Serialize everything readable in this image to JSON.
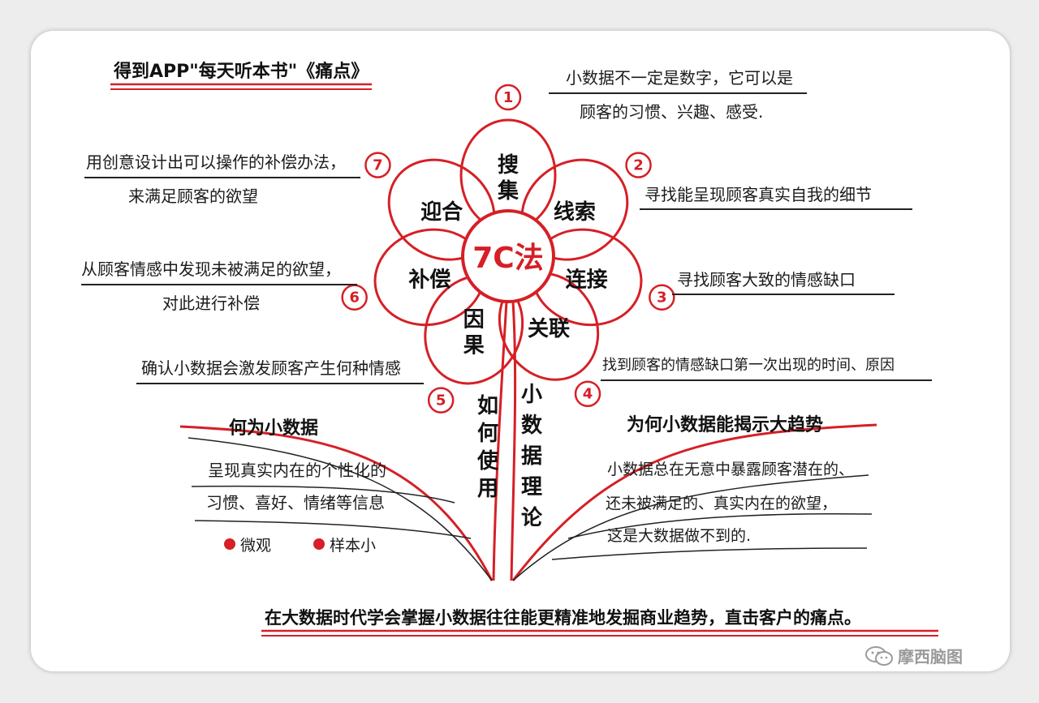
{
  "title": "得到APP\"每天听本书\"《痛点》",
  "center": "7C法",
  "petals": [
    {
      "number": "1",
      "label": "搜集"
    },
    {
      "number": "2",
      "label": "线索"
    },
    {
      "number": "3",
      "label": "连接"
    },
    {
      "number": "4",
      "label": "关联"
    },
    {
      "number": "5",
      "label": "因果"
    },
    {
      "number": "6",
      "label": "补偿"
    },
    {
      "number": "7",
      "label": "迎合"
    }
  ],
  "notes": {
    "n1_line1": "小数据不一定是数字，它可以是",
    "n1_line2": "顾客的习惯、兴趣、感受.",
    "n2": "寻找能呈现顾客真实自我的细节",
    "n3": "寻找顾客大致的情感缺口",
    "n4": "找到顾客的情感缺口第一次出现的时间、原因",
    "n5": "确认小数据会激发顾客产生何种情感",
    "n6_line1": "从顾客情感中发现未被满足的欲望，",
    "n6_line2": "对此进行补偿",
    "n7_line1": "用创意设计出可以操作的补偿办法，",
    "n7_line2": "来满足顾客的欲望"
  },
  "stem": {
    "left": "如何使用",
    "right": "小数据理论"
  },
  "left_leaf": {
    "heading": "何为小数据",
    "line1": "呈现真实内在的个性化的",
    "line2": "习惯、喜好、情绪等信息",
    "tag1": "微观",
    "tag2": "样本小"
  },
  "right_leaf": {
    "heading": "为何小数据能揭示大趋势",
    "line1": "小数据总在无意中暴露顾客潜在的、",
    "line2": "还未被满足的、真实内在的欲望，",
    "line3": "这是大数据做不到的."
  },
  "conclusion": "在大数据时代学会掌握小数据往往能更精准地发掘商业趋势，直击客户的痛点。",
  "watermark": "摩西脑图",
  "colors": {
    "accent": "#d61f26",
    "ink": "#1b1b1b"
  }
}
